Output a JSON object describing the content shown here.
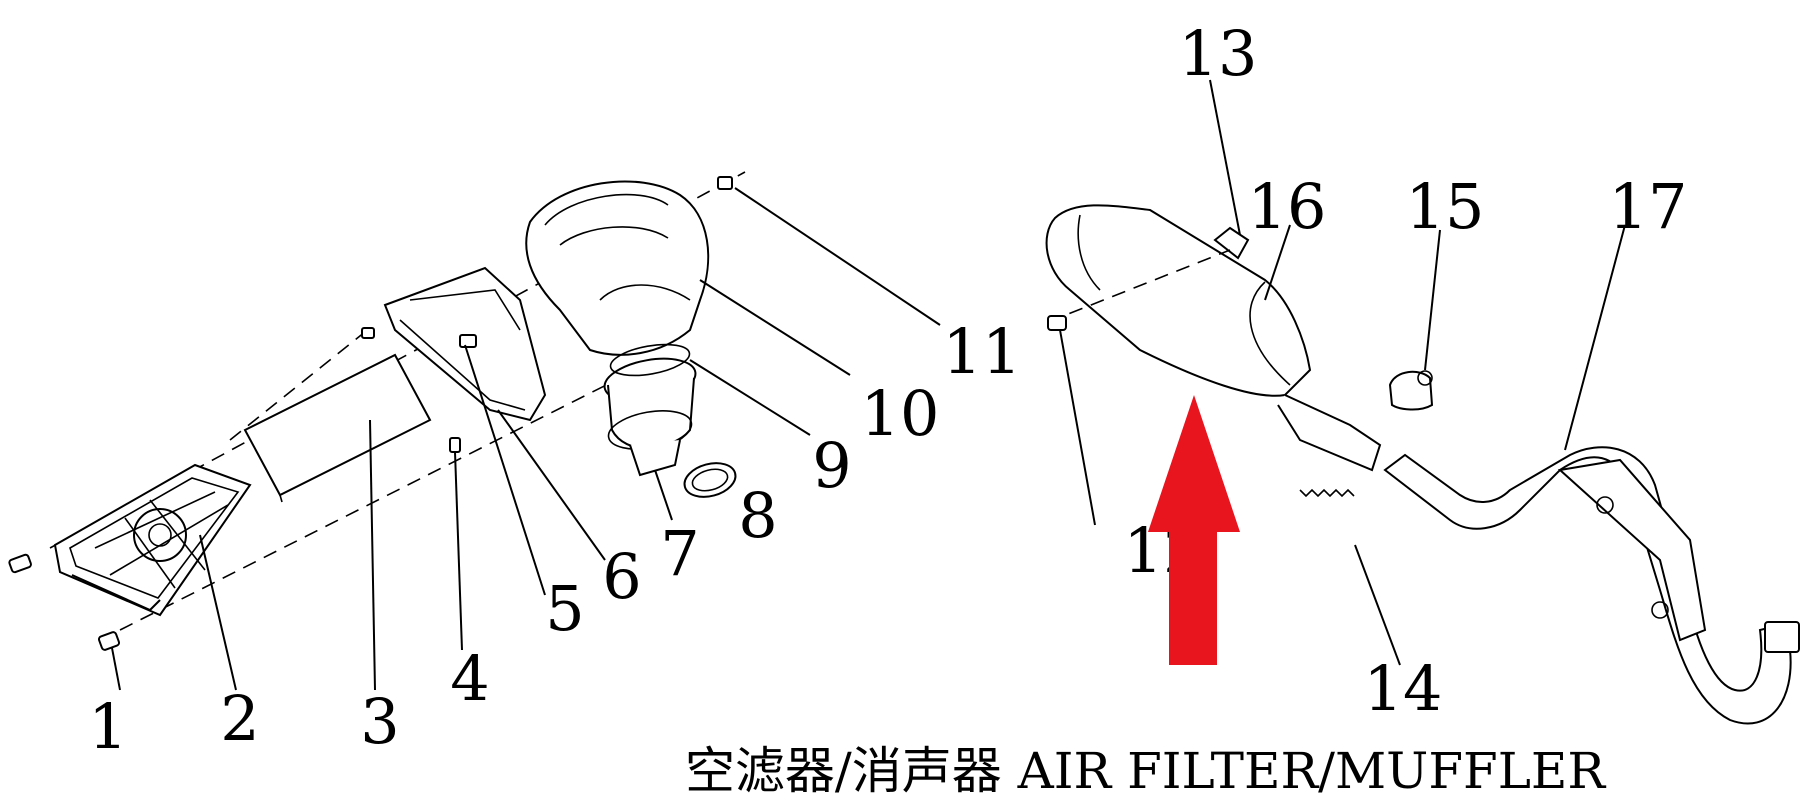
{
  "caption": "空滤器/消声器 AIR FILTER/MUFFLER",
  "parts": [
    {
      "id": "p1",
      "label": "1"
    },
    {
      "id": "p2",
      "label": "2"
    },
    {
      "id": "p3",
      "label": "3"
    },
    {
      "id": "p4",
      "label": "4"
    },
    {
      "id": "p5",
      "label": "5"
    },
    {
      "id": "p6",
      "label": "6"
    },
    {
      "id": "p7",
      "label": "7"
    },
    {
      "id": "p8",
      "label": "8"
    },
    {
      "id": "p9",
      "label": "9"
    },
    {
      "id": "p10",
      "label": "10"
    },
    {
      "id": "p11",
      "label": "11"
    },
    {
      "id": "p12",
      "label": "12"
    },
    {
      "id": "p13",
      "label": "13"
    },
    {
      "id": "p14",
      "label": "14"
    },
    {
      "id": "p15",
      "label": "15"
    },
    {
      "id": "p16",
      "label": "16"
    },
    {
      "id": "p17",
      "label": "17"
    }
  ],
  "colors": {
    "arrow": "#e8141e",
    "ink": "#000000"
  },
  "annotation": {
    "icon": "up-arrow-icon"
  }
}
